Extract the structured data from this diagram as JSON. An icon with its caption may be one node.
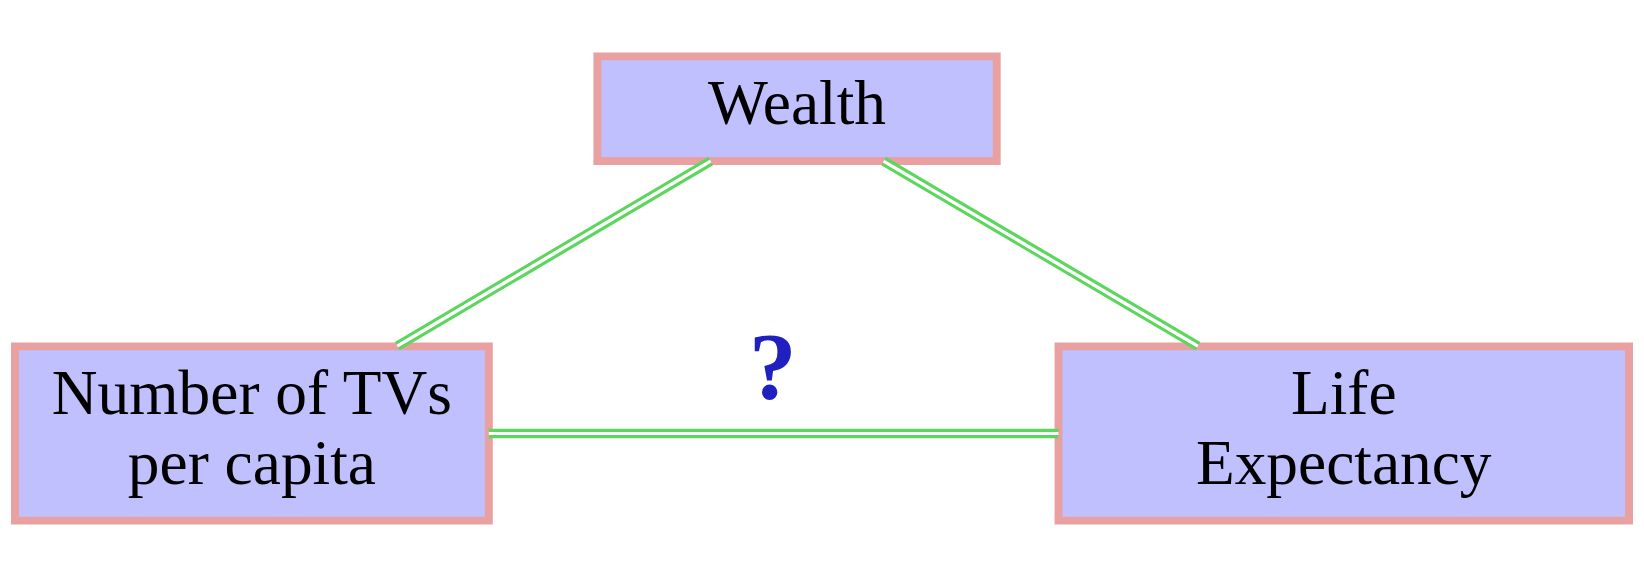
{
  "diagram": {
    "nodes": [
      {
        "text": [
          "Wealth"
        ]
      },
      {
        "text": [
          "Number of TVs per capita"
        ]
      },
      {
        "text": [
          "Life Expectancy"
        ]
      }
    ],
    "edges": [
      {
        "from": 0,
        "to": 1,
        "arrow": "none"
      },
      {
        "from": 0,
        "to": 2,
        "arrow": "none"
      },
      {
        "from": 1,
        "to": 2,
        "arrow": "none",
        "label": "?"
      }
    ]
  }
}
